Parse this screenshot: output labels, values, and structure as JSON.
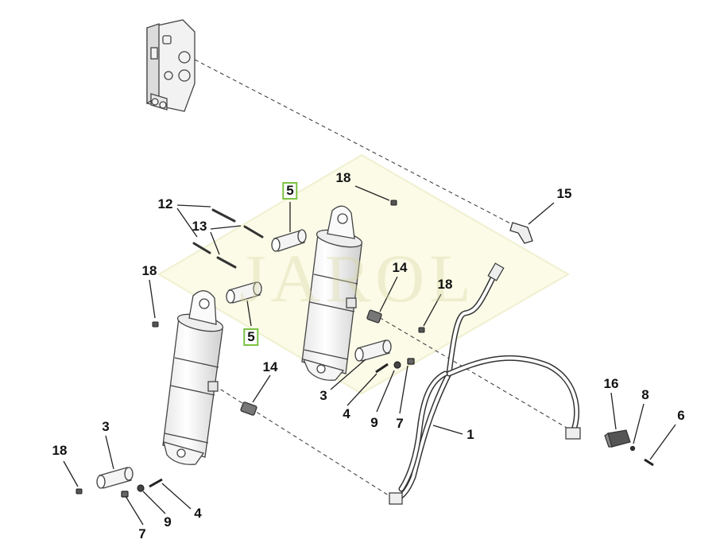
{
  "watermark": "JAROL",
  "callouts": {
    "c1": "1",
    "c3a": "3",
    "c3b": "3",
    "c4a": "4",
    "c4b": "4",
    "c5a": "5",
    "c5b": "5",
    "c6": "6",
    "c7a": "7",
    "c7b": "7",
    "c8": "8",
    "c9a": "9",
    "c9b": "9",
    "c12": "12",
    "c13": "13",
    "c14a": "14",
    "c14b": "14",
    "c15": "15",
    "c16": "16",
    "c18a": "18",
    "c18b": "18",
    "c18c": "18",
    "c18d": "18"
  },
  "highlight_color": "#7cc242"
}
